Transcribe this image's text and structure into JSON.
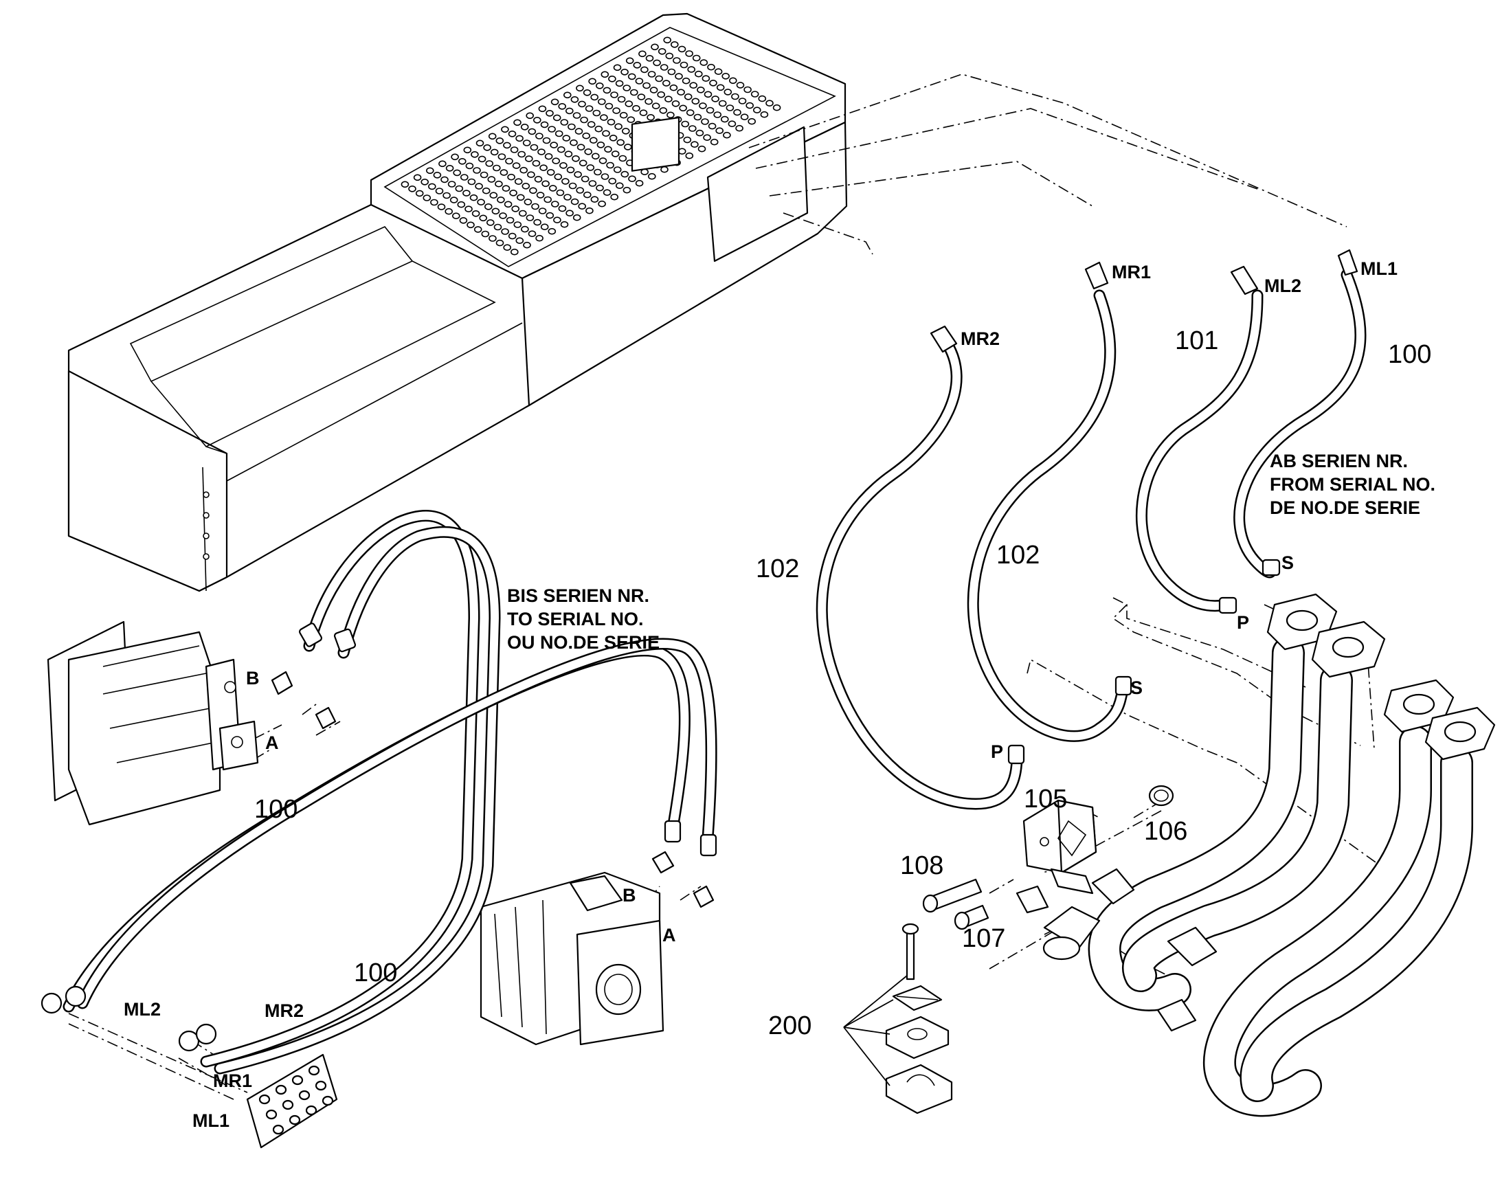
{
  "labels": {
    "mr2_top": "MR2",
    "mr1_top": "MR1",
    "ml2_top": "ML2",
    "ml1_top": "ML1",
    "mr2_bottom": "MR2",
    "mr1_bottom": "MR1",
    "ml2_bottom": "ML2",
    "ml1_bottom": "ML1",
    "port_b_left": "B",
    "port_a_left": "A",
    "port_b_right": "B",
    "port_a_right": "A",
    "port_p_left": "P",
    "port_s_left": "S",
    "port_p_right": "P",
    "port_s_right": "S"
  },
  "item_numbers": {
    "n100_top": "100",
    "n101": "101",
    "n102_left": "102",
    "n102_right": "102",
    "n100_motor": "100",
    "n100_bottom": "100",
    "n105": "105",
    "n106": "106",
    "n108": "108",
    "n107": "107",
    "n200": "200"
  },
  "notes": {
    "from_serial": [
      "AB SERIEN NR.",
      "FROM SERIAL NO.",
      "DE NO.DE SERIE"
    ],
    "to_serial": [
      "BIS SERIEN NR.",
      "TO SERIAL NO.",
      "OU NO.DE SERIE"
    ]
  },
  "colors": {
    "line": "#000000",
    "background": "#ffffff"
  }
}
